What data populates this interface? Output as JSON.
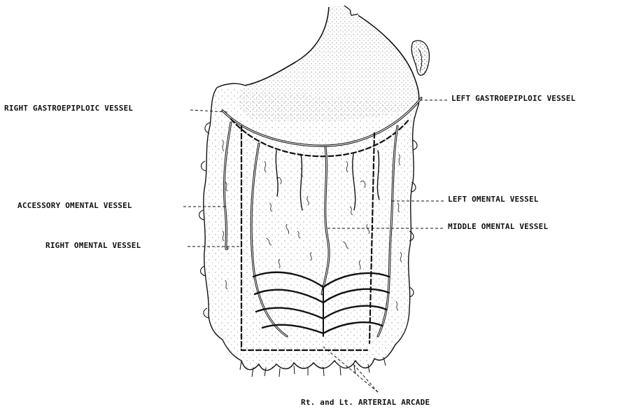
{
  "labels": {
    "right_gastroepiploic": "RIGHT GASTROEPIPLOIC VESSEL",
    "left_gastroepiploic": "LEFT GASTROEPIPLOIC VESSEL",
    "accessory_omental": "ACCESSORY OMENTAL VESSEL",
    "left_omental": "LEFT OMENTAL VESSEL",
    "middle_omental": "MIDDLE OMENTAL VESSEL",
    "right_omental": "RIGHT OMENTAL VESSEL",
    "arterial_arcade": "Rt. and Lt. ARTERIAL ARCADE"
  },
  "colors": {
    "ink": "#111111",
    "stipple": "#555555",
    "background": "#ffffff"
  }
}
